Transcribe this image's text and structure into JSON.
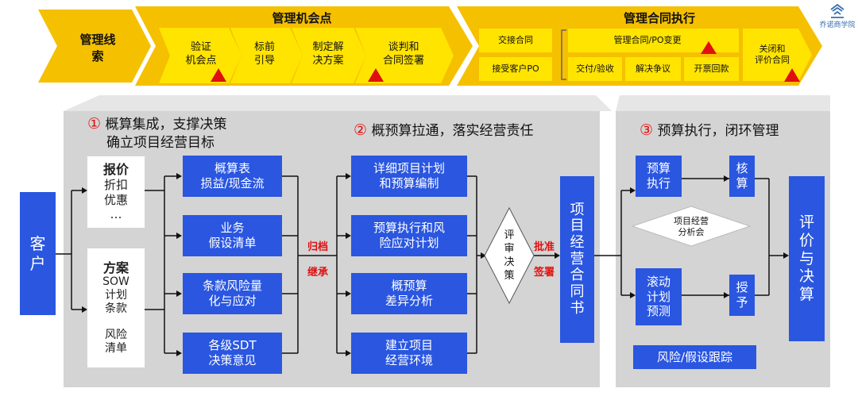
{
  "process": {
    "lead": "管理线\n索",
    "opportunity_title": "管理机会点",
    "opportunity_steps": [
      "验证\n机会点",
      "标前\n引导",
      "制定解\n决方案",
      "谈判和\n合同签署"
    ],
    "contract_title": "管理合同执行",
    "contract_left": [
      "交接合同",
      "接受客户PO"
    ],
    "contract_mid_top": "管理合同/PO变更",
    "contract_mid_bottom": [
      "交付/验收",
      "解决争议",
      "开票回款"
    ],
    "close": "关闭和\n评价合同"
  },
  "logo": {
    "text": "乔诺商学院"
  },
  "customer": "客\n户",
  "panel1": {
    "number": "①",
    "title_line1": "概算集成，支撑决策",
    "title_line2": "确立项目经营目标",
    "inputs": {
      "quote": {
        "title": "报价",
        "lines": "折扣\n优惠\n…"
      },
      "plan": {
        "title": "方案",
        "lines": "SOW\n计划\n条款\n\n风险\n清单"
      }
    },
    "outputs": [
      "概算表\n损益/现金流",
      "业务\n假设清单",
      "条款风险量\n化与应对",
      "各级SDT\n决策意见"
    ]
  },
  "connector1": {
    "top": "归档",
    "bottom": "继承"
  },
  "panel2": {
    "number": "②",
    "title": "概预算拉通，落实经营责任",
    "items": [
      "详细项目计划\n和预算编制",
      "预算执行和风\n险应对计划",
      "概预算\n差异分析",
      "建立项目\n经营环境"
    ],
    "decision": "评\n审\n决\n策",
    "approve": "批准",
    "sign": "签署"
  },
  "contract_book": "项\n目\n经\n营\n合\n同\n书",
  "panel3": {
    "number": "③",
    "title": "预算执行，闭环管理",
    "budget_exec": "预算\n执行",
    "verify": "核\n算",
    "meeting": "项目经营\n分析会",
    "rolling": "滚动\n计划\n预测",
    "grant": "授\n予",
    "risk_tracking": "风险/假设跟踪",
    "evaluate": "评\n价\n与\n决\n算"
  },
  "colors": {
    "blue": "#2a56e0",
    "yellow": "#ffe400",
    "gold": "#f5c000",
    "panel": "#d4d4d4",
    "red": "#e01010"
  }
}
